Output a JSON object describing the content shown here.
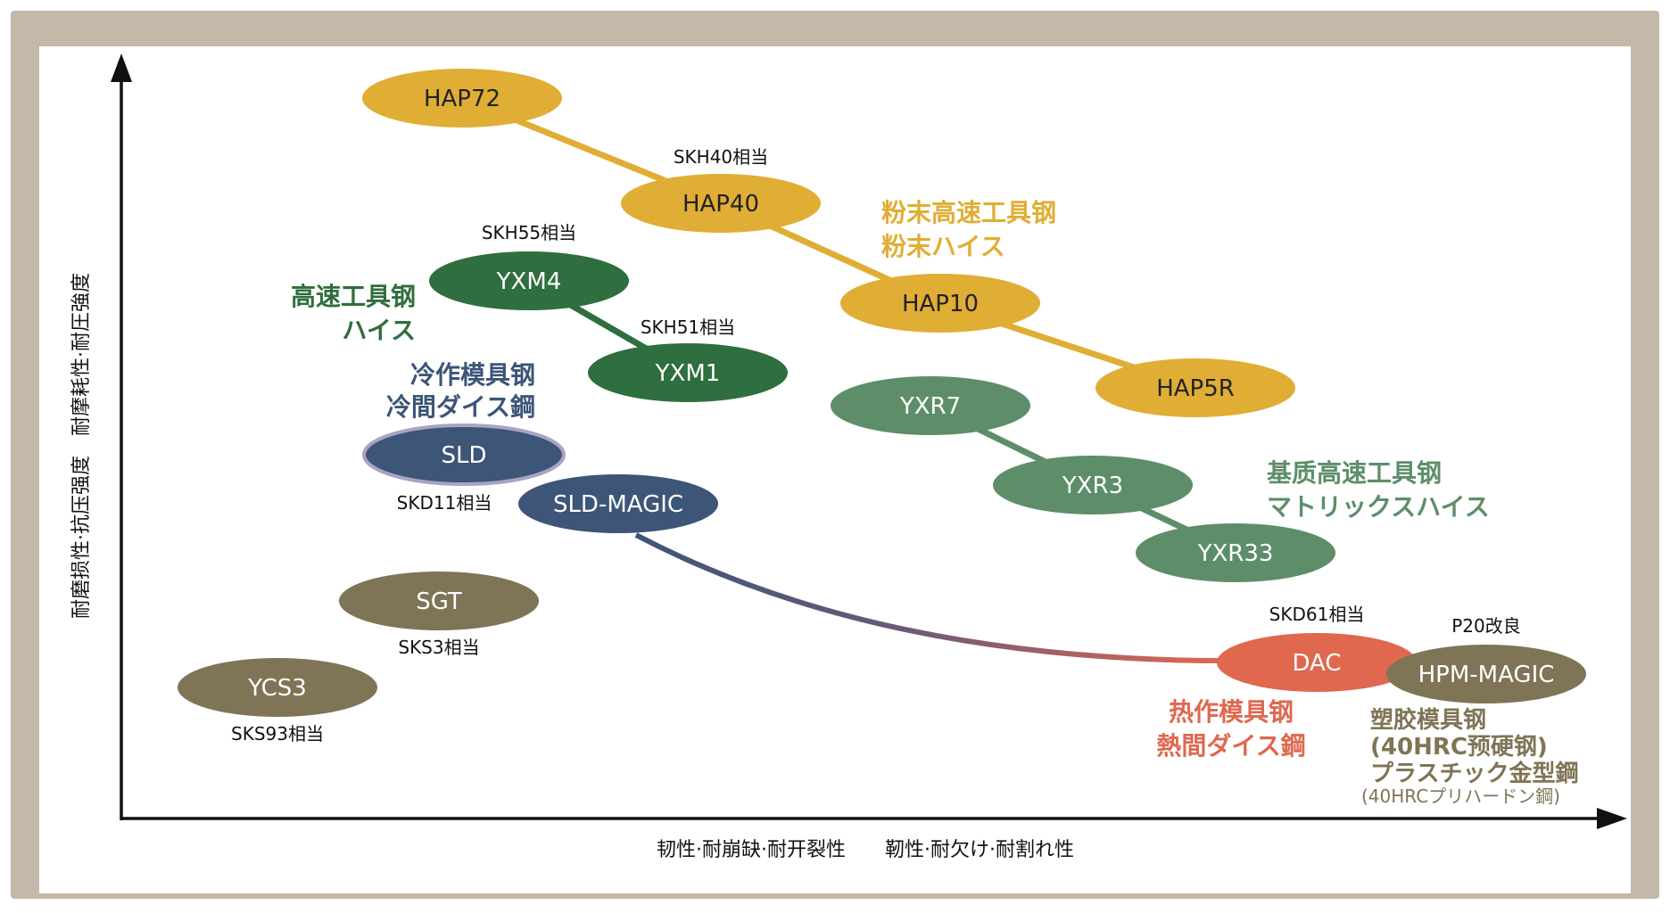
{
  "y_axis_label": "耐磨损性·抗压强度　耐摩耗性·耐圧強度",
  "x_axis_label": "韧性·耐崩缺·耐开裂性　　靭性·耐欠け·耐割れ性",
  "colors": {
    "frame": "#c4b8a8",
    "gold": "#e0ae35",
    "dark_green": "#2f6e3e",
    "mid_green": "#5d8e69",
    "navy": "#3d5577",
    "brown": "#7f7456",
    "coral": "#df684f",
    "axis": "#111111"
  },
  "grades": {
    "hap72": "HAP72",
    "hap40": "HAP40",
    "hap10": "HAP10",
    "hap5r": "HAP5R",
    "yxm4": "YXM4",
    "yxm1": "YXM1",
    "sld": "SLD",
    "sld_magic": "SLD-MAGIC",
    "yxr7": "YXR7",
    "yxr3": "YXR3",
    "yxr33": "YXR33",
    "sgt": "SGT",
    "ycs3": "YCS3",
    "dac": "DAC",
    "hpm_magic": "HPM-MAGIC"
  },
  "equivalents": {
    "skh40": "SKH40相当",
    "skh55": "SKH55相当",
    "skh51": "SKH51相当",
    "skd11": "SKD11相当",
    "sks3": "SKS3相当",
    "sks93": "SKS93相当",
    "skd61": "SKD61相当",
    "p20": "P20改良"
  },
  "categories": {
    "powder_hss": [
      "粉末高速工具钢",
      "粉末ハイス"
    ],
    "hss": [
      "高速工具钢",
      "ハイス"
    ],
    "cold_work": [
      "冷作模具钢",
      "冷間ダイス鋼"
    ],
    "matrix_hss": [
      "基质高速工具钢",
      "マトリックスハイス"
    ],
    "hot_work": [
      "热作模具钢",
      "熱間ダイス鋼"
    ],
    "plastic_mold": [
      "塑胶模具钢",
      "(40HRC预硬钢)",
      "プラスチック金型鋼",
      "(40HRCプリハードン鋼)"
    ]
  }
}
